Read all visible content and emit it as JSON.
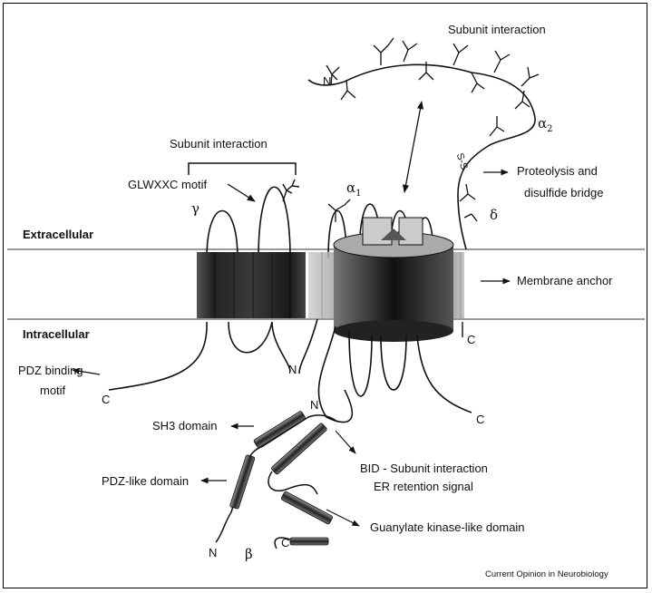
{
  "figure": {
    "labels": {
      "extracellular": "Extracellular",
      "intracellular": "Intracellular",
      "subunit_interaction_top": "Subunit interaction",
      "subunit_interaction_gamma": "Subunit interaction",
      "glwxxc_motif": "GLWXXC motif",
      "proteolysis_line1": "Proteolysis and",
      "proteolysis_line2": "disulfide bridge",
      "membrane_anchor": "Membrane anchor",
      "pdz_binding_line1": "PDZ binding",
      "pdz_binding_line2": "motif",
      "sh3_domain": "SH3 domain",
      "pdz_like_domain": "PDZ-like domain",
      "bid_line1": "BID - Subunit interaction",
      "bid_line2": "ER retention signal",
      "guanylate_kinase": "Guanylate kinase-like domain",
      "ss_bridge": "S-S",
      "source": "Current Opinion in Neurobiology"
    },
    "subunits": {
      "gamma": "γ",
      "alpha1": "α",
      "alpha1_sub": "1",
      "alpha2": "α",
      "alpha2_sub": "2",
      "delta": "δ",
      "beta": "β"
    },
    "termini": {
      "n_alpha2": "N",
      "n_gamma": "N",
      "c_gamma": "C",
      "n_alpha1": "N",
      "c_alpha1": "C",
      "c_delta": "C",
      "n_beta": "N",
      "c_beta": "C"
    }
  }
}
